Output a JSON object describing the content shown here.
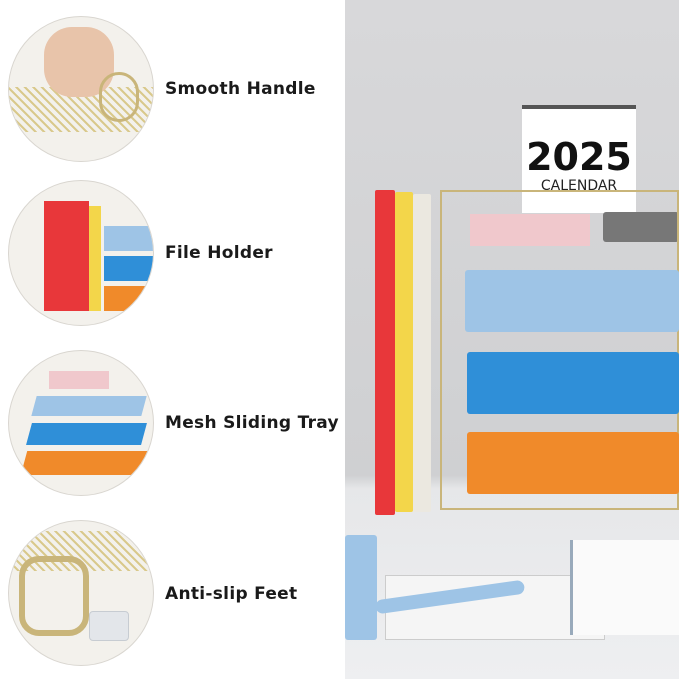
{
  "features": [
    {
      "label": "Smooth Handle",
      "icon": "handle-icon"
    },
    {
      "label": "File Holder",
      "icon": "file-holder-icon"
    },
    {
      "label": "Mesh Sliding Tray",
      "icon": "tray-icon"
    },
    {
      "label": "Anti-slip Feet",
      "icon": "feet-icon"
    }
  ],
  "calendar": {
    "year": "2025",
    "word": "CALENDAR"
  },
  "colors": {
    "gold": "#c9b57a",
    "red": "#e8373a",
    "yellow": "#f3d64a",
    "blue": "#2f8fd8",
    "orange": "#f08a2a",
    "light_blue": "#9ec4e6"
  }
}
